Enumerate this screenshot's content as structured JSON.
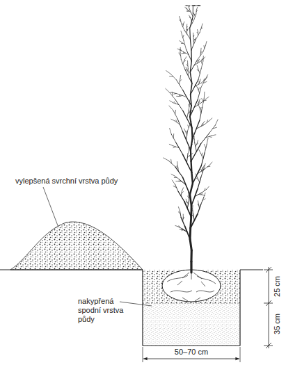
{
  "diagram": {
    "labels": [
      "vylepšená svrchní vrstva půdy",
      "nakypřená spodní vrstva půdy",
      "25 cm",
      "35 cm",
      "50–70 cm"
    ]
  }
}
